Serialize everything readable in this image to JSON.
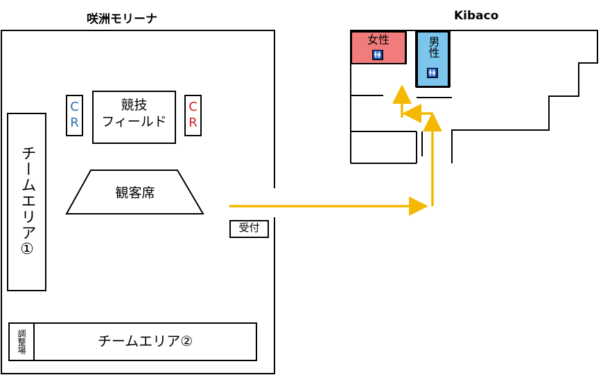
{
  "venue": {
    "title": "咲洲モリーナ",
    "field_label": "競技\nフィールド",
    "cr_left": "CR",
    "cr_right": "CR",
    "seats_label": "観客席",
    "team_area_1": "チームエリア①",
    "team_area_2": "チームエリア②",
    "adjust_area": "調整場",
    "reception": "受付"
  },
  "annex": {
    "title": "Kibaco",
    "women_restroom": "女性",
    "men_restroom": "男性",
    "restroom_icon": "restroom-icon"
  },
  "colors": {
    "route_arrow": "#f5b800",
    "women_fill": "#f27b7b",
    "men_fill": "#7cc6ee",
    "cr_left": "#2a6fb5",
    "cr_right": "#d22020"
  }
}
